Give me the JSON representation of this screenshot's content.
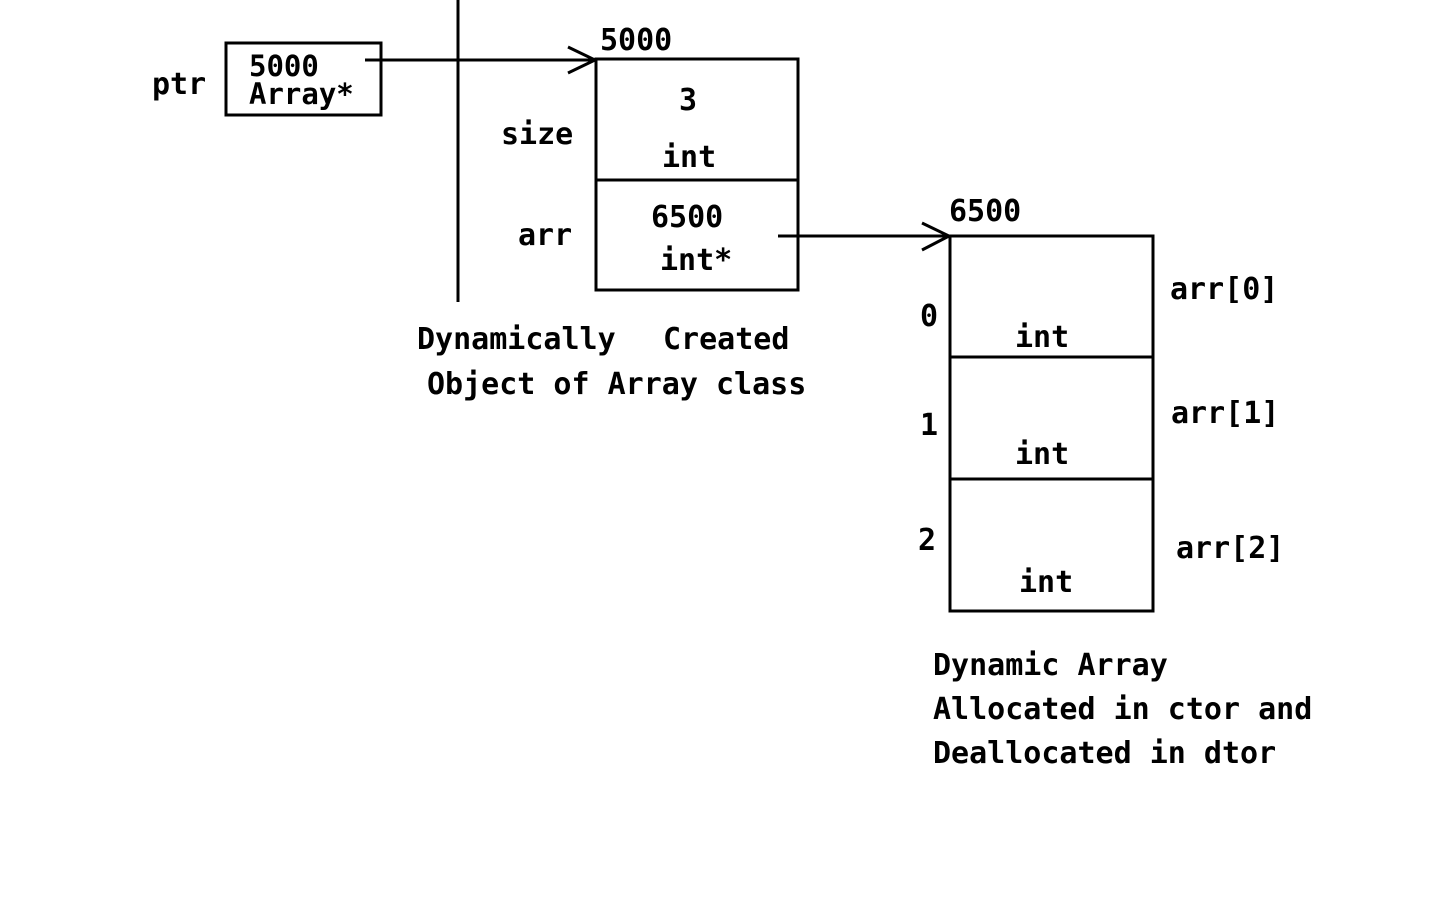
{
  "pointer": {
    "name": "ptr",
    "value": "5000",
    "type": "Array*"
  },
  "object": {
    "address": "5000",
    "fields": [
      {
        "name": "size",
        "value": "3",
        "type": "int"
      },
      {
        "name": "arr",
        "value": "6500",
        "type": "int*"
      }
    ],
    "caption_line1a": "Dynamically",
    "caption_line1b": "Created",
    "caption_line2": "Object of Array class"
  },
  "array": {
    "address": "6500",
    "cells": [
      {
        "index": "0",
        "type": "int",
        "label": "arr[0]"
      },
      {
        "index": "1",
        "type": "int",
        "label": "arr[1]"
      },
      {
        "index": "2",
        "type": "int",
        "label": "arr[2]"
      }
    ],
    "caption": [
      "Dynamic Array",
      "Allocated in ctor and",
      "Deallocated in dtor"
    ]
  }
}
